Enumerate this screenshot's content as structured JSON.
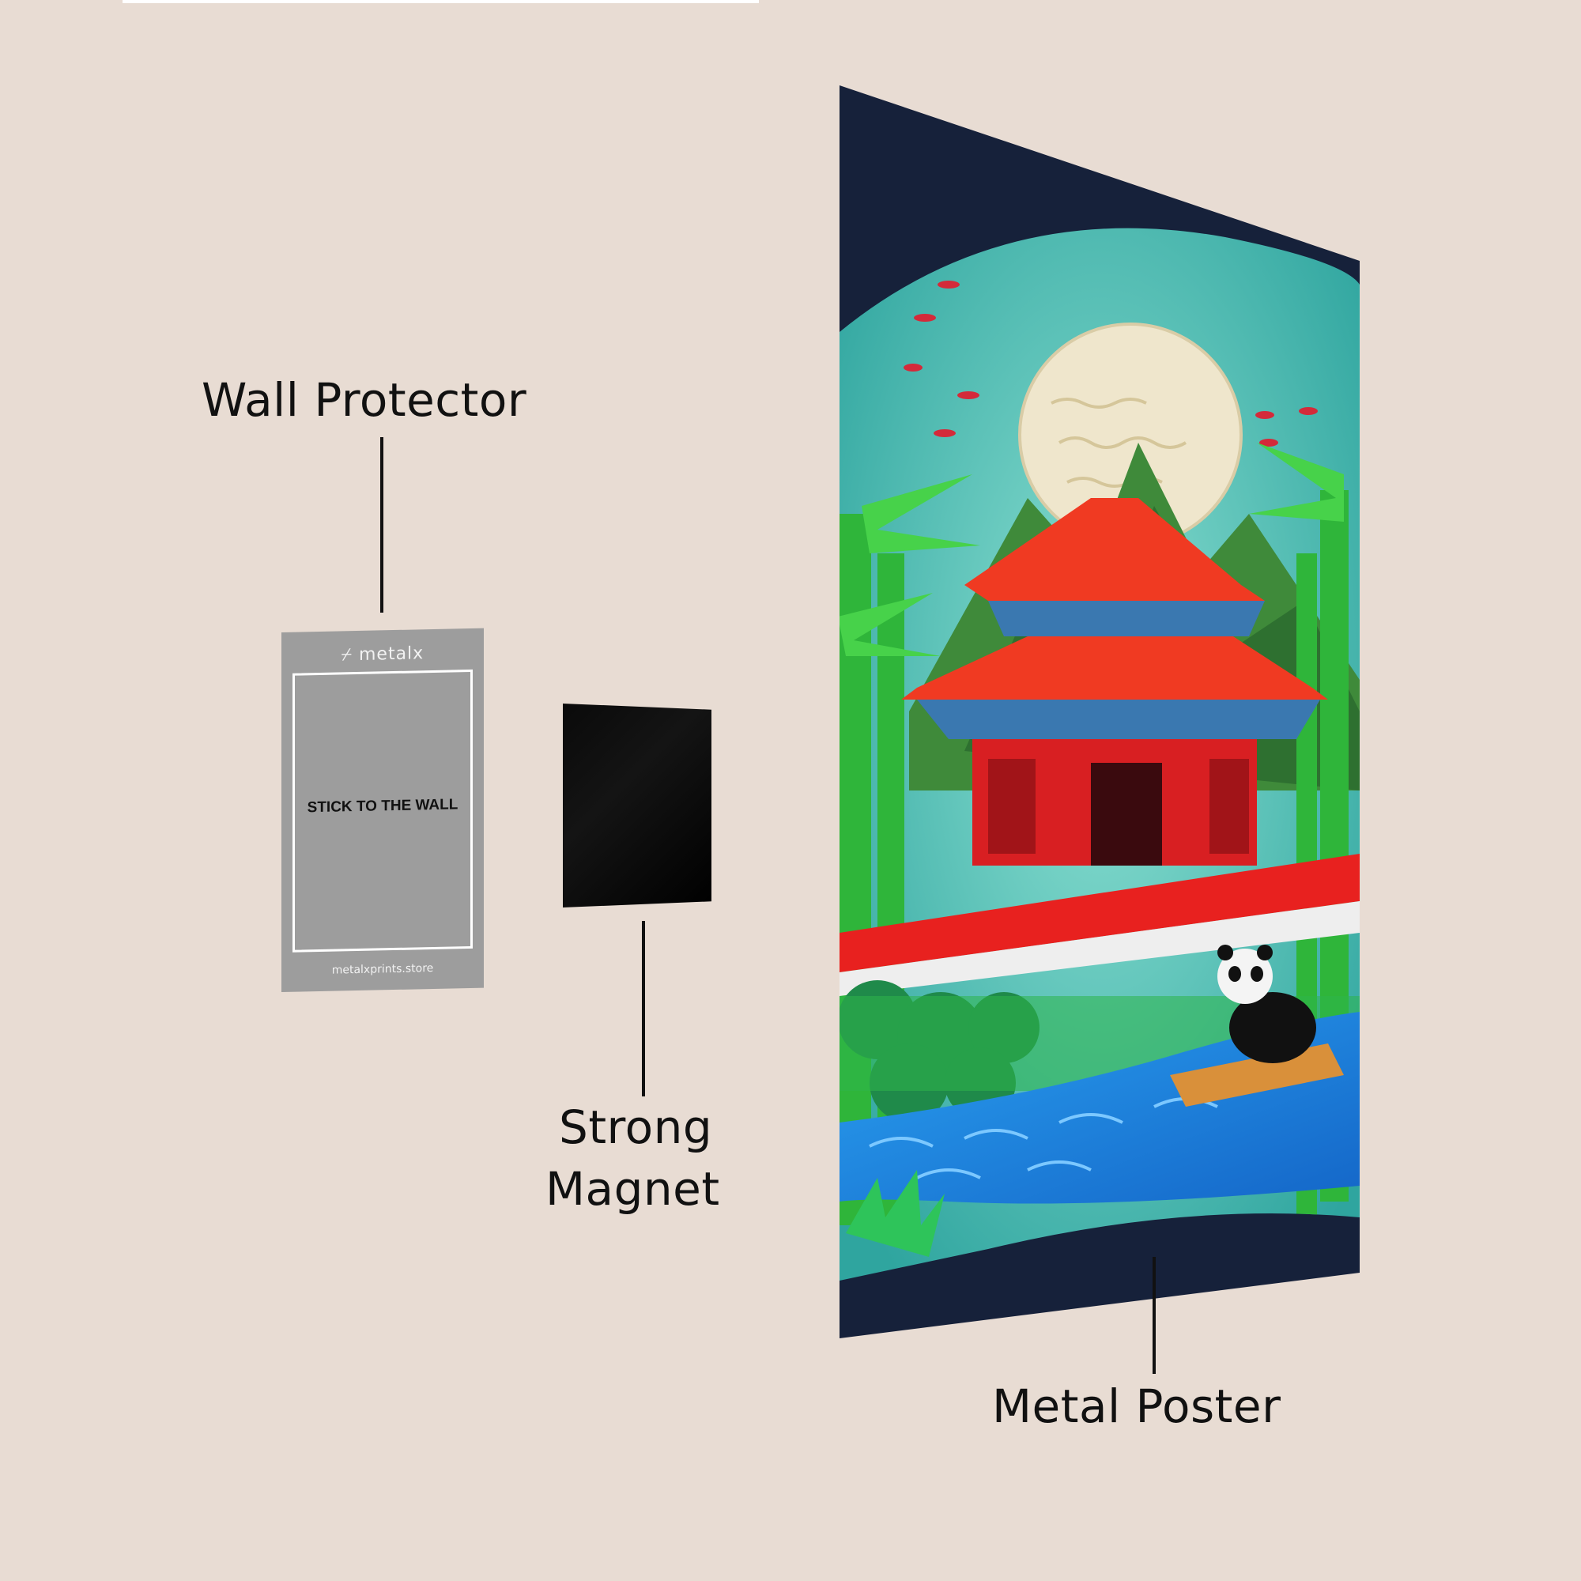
{
  "labels": {
    "wall_protector": "Wall Protector",
    "strong_magnet_line1": "Strong",
    "strong_magnet_line2": "Magnet",
    "metal_poster": "Metal Poster"
  },
  "wall_protector_card": {
    "brand": "metalx",
    "instruction": "STICK TO THE WALL",
    "website": "metalxprints.store"
  },
  "poster_artwork": {
    "subject": "Paper-cut Chinese pagoda with panda, bamboo, moon and river",
    "elements": [
      "moon-icon",
      "pagoda-icon",
      "panda-icon",
      "bamboo-icon",
      "river-icon",
      "birds-icon",
      "mountains-icon"
    ]
  },
  "colors": {
    "background": "#e8dcd3",
    "text": "#111111",
    "protector_gray": "#9d9d9d",
    "magnet_black": "#050505",
    "poster_frame": "#14203a",
    "sky_teal": "#5fc9bf",
    "moon_cream": "#efe6cc",
    "roof_red": "#f03a22",
    "roof_blue": "#3a78b0",
    "bamboo_green": "#3cc043",
    "river_blue": "#1f8fe0"
  }
}
